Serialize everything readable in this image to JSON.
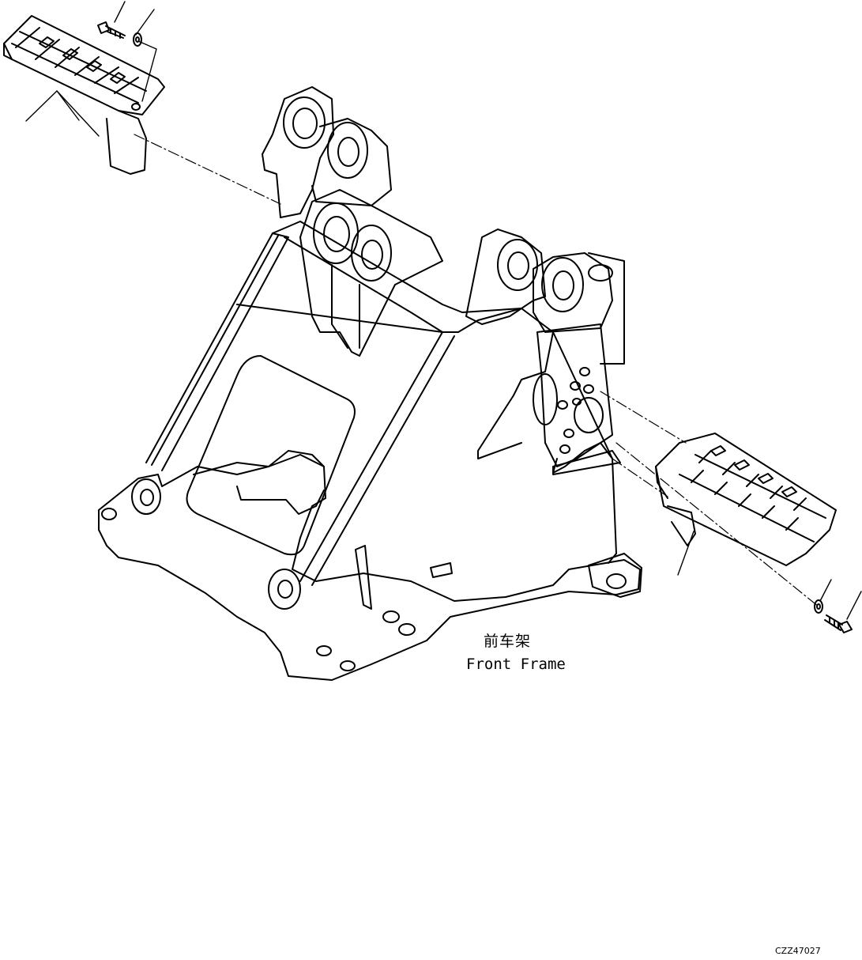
{
  "labels": {
    "part_name_cn": "前车架",
    "part_name_en": "Front Frame"
  },
  "drawing_code": "CZZ47027",
  "colors": {
    "line": "#000000",
    "background": "#ffffff"
  }
}
